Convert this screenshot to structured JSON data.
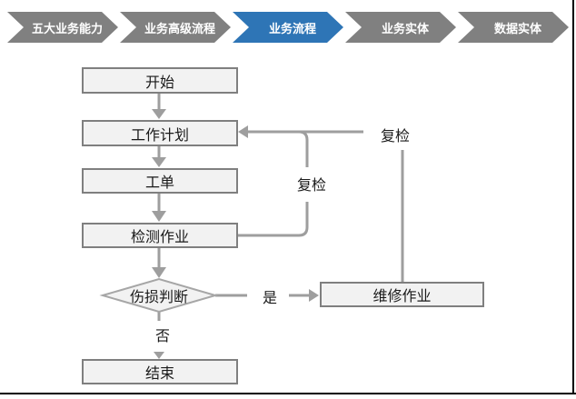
{
  "banner": {
    "items": [
      {
        "label": "五大业务能力",
        "active": false
      },
      {
        "label": "业务高级流程",
        "active": false
      },
      {
        "label": "业务流程",
        "active": true
      },
      {
        "label": "业务实体",
        "active": false
      },
      {
        "label": "数据实体",
        "active": false
      }
    ],
    "colors": {
      "default": "#808080",
      "active": "#2E75B6",
      "text": "#ffffff"
    }
  },
  "flowchart": {
    "nodes": {
      "start": "开始",
      "work_plan": "工作计划",
      "work_order": "工单",
      "inspection": "检测作业",
      "damage_decision": "伤损判断",
      "repair": "维修作业",
      "end": "结束"
    },
    "edge_labels": {
      "recheck_inner": "复检",
      "recheck_outer": "复检",
      "yes": "是",
      "no": "否"
    },
    "colors": {
      "node_fill": "#f2f2f2",
      "node_border": "#7f7f7f",
      "diamond_border": "#a6a6a6",
      "connector": "#9e9e9e",
      "label_text": "#1a1a1a"
    }
  }
}
